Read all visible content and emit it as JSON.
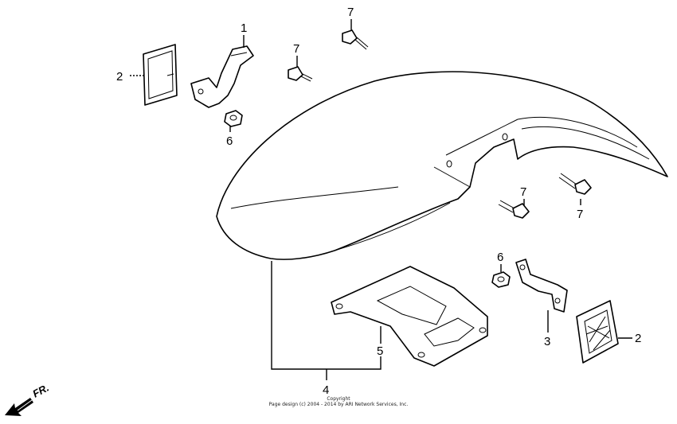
{
  "callouts": {
    "c1": "1",
    "c2_left": "2",
    "c2_right": "2",
    "c3": "3",
    "c4": "4",
    "c5": "5",
    "c6_top": "6",
    "c6_bottom": "6",
    "c7_a": "7",
    "c7_b": "7",
    "c7_c": "7",
    "c7_d": "7"
  },
  "direction_label": "FR.",
  "copyright_line1": "Copyright",
  "copyright_line2": "Page design (c) 2004 - 2014 by ARI Network Services, Inc."
}
